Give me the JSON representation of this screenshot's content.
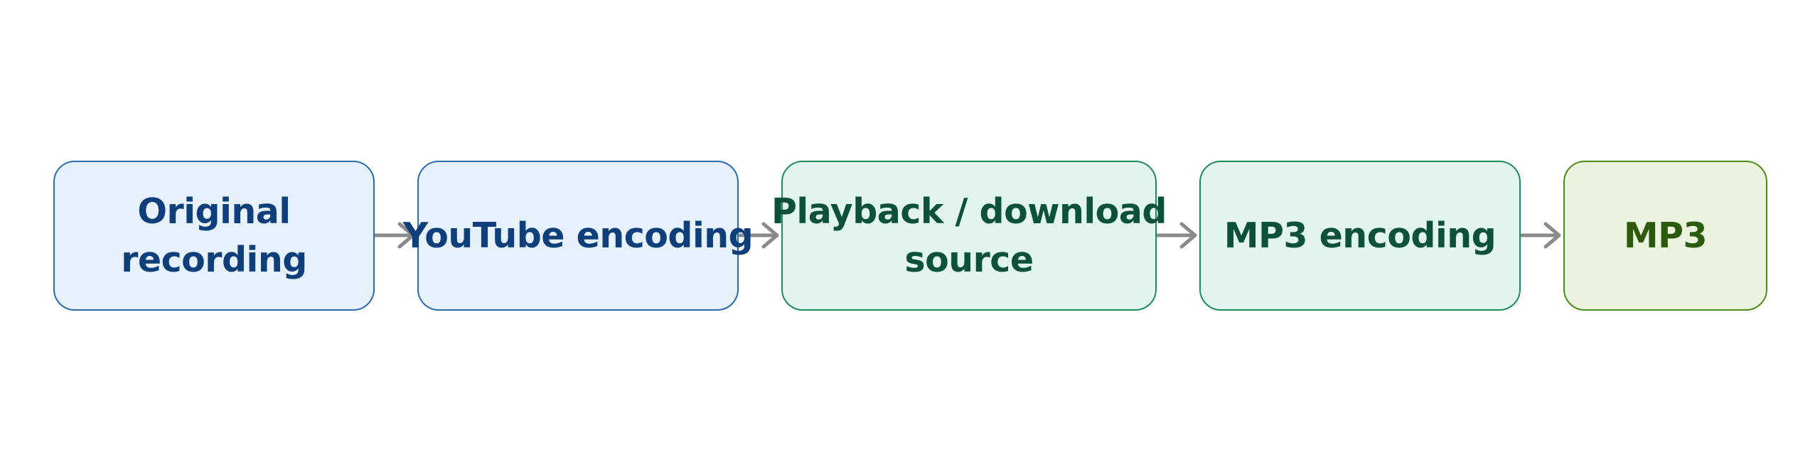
{
  "nodes": [
    {
      "id": "n1",
      "label_lines": [
        "Original",
        "recording"
      ]
    },
    {
      "id": "n2",
      "label_lines": [
        "YouTube encoding"
      ]
    },
    {
      "id": "n3",
      "label_lines": [
        "Playback / download",
        "source"
      ]
    },
    {
      "id": "n4",
      "label_lines": [
        "MP3 encoding"
      ]
    },
    {
      "id": "n5",
      "label_lines": [
        "MP3"
      ]
    }
  ],
  "edges": [
    {
      "from": "n1",
      "to": "n2"
    },
    {
      "from": "n2",
      "to": "n3"
    },
    {
      "from": "n3",
      "to": "n4"
    },
    {
      "from": "n4",
      "to": "n5"
    }
  ],
  "colors": {
    "blue_fill": "#e6f1fb",
    "blue_stroke": "#2a6bb0",
    "blue_text": "#0f3f7a",
    "teal_fill": "#e1f5ee",
    "teal_stroke": "#1f8a5e",
    "teal_text": "#0d5238",
    "green_fill": "#eaf3de",
    "green_stroke": "#4f8a1c",
    "green_text": "#2c5a0d",
    "arrow": "#8a8a8a"
  }
}
